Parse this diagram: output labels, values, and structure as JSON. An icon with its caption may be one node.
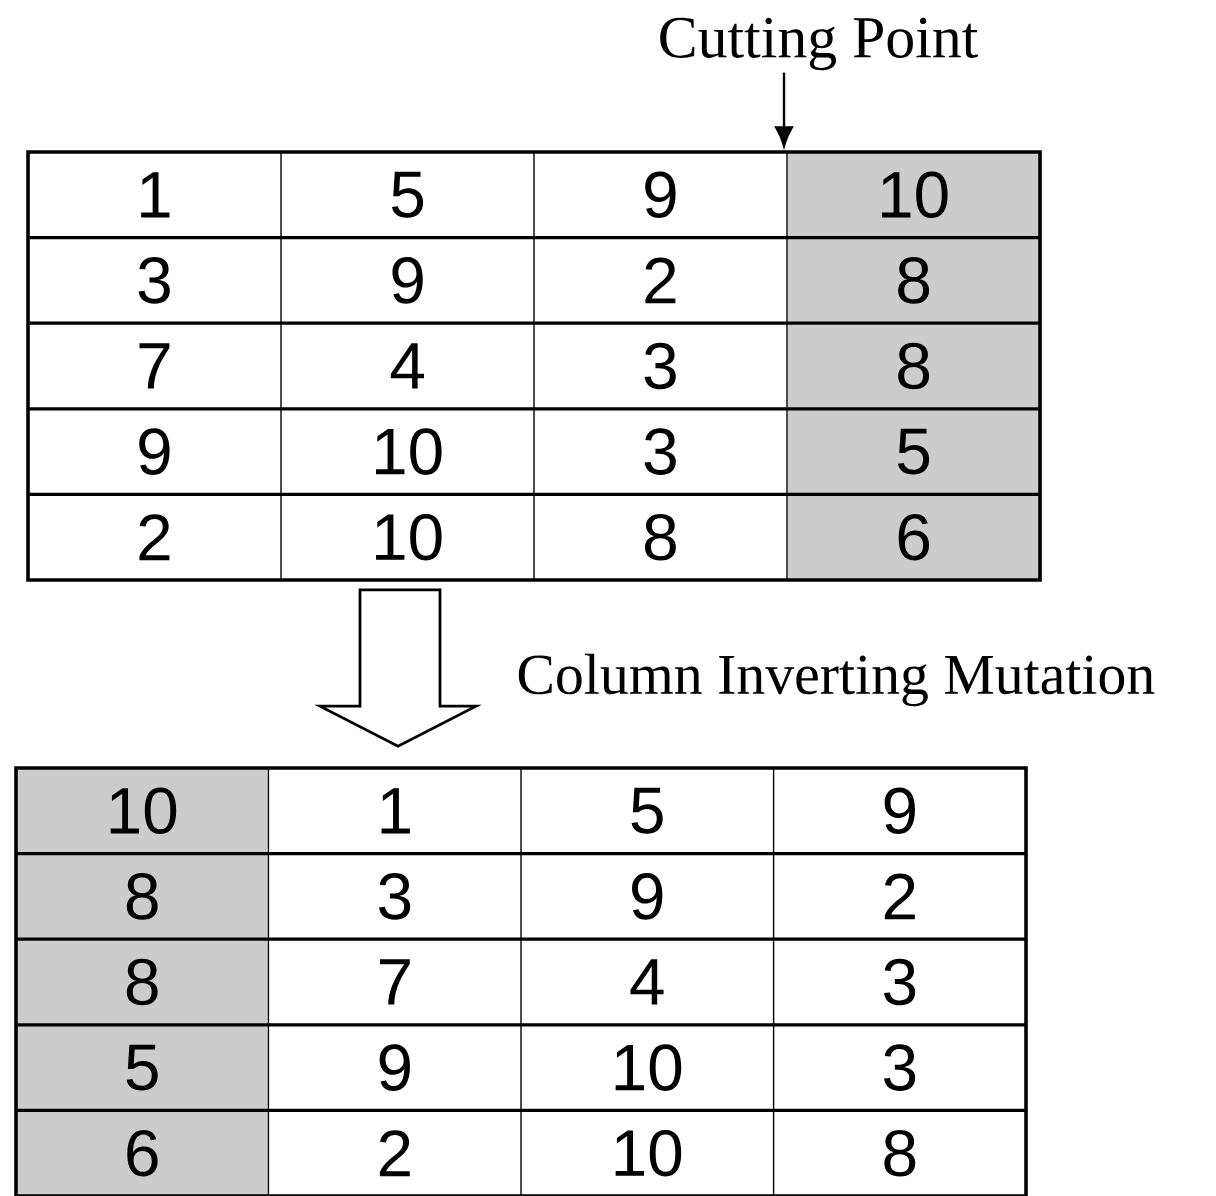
{
  "diagram": {
    "nodes": [
      {
        "text": [],
        "shape": "box"
      },
      {
        "text": [],
        "shape": "box"
      },
      {
        "text": [
          "Cutting Point"
        ]
      }
    ],
    "edges": [
      {
        "from": 0,
        "to": 1,
        "arrow": "to",
        "label": "Column Inverting Mutation"
      },
      {
        "from": 2,
        "to": 0,
        "arrow": "to"
      }
    ],
    "labels": [
      "1",
      "5",
      "9",
      "10",
      "3",
      "9",
      "2",
      "8",
      "7",
      "4",
      "3",
      "8",
      "9",
      "10",
      "3",
      "5",
      "2",
      "10",
      "8",
      "6",
      "10",
      "1",
      "5",
      "9",
      "8",
      "3",
      "9",
      "2",
      "8",
      "7",
      "4",
      "3",
      "5",
      "9",
      "10",
      "3",
      "6",
      "2",
      "10",
      "8"
    ]
  }
}
